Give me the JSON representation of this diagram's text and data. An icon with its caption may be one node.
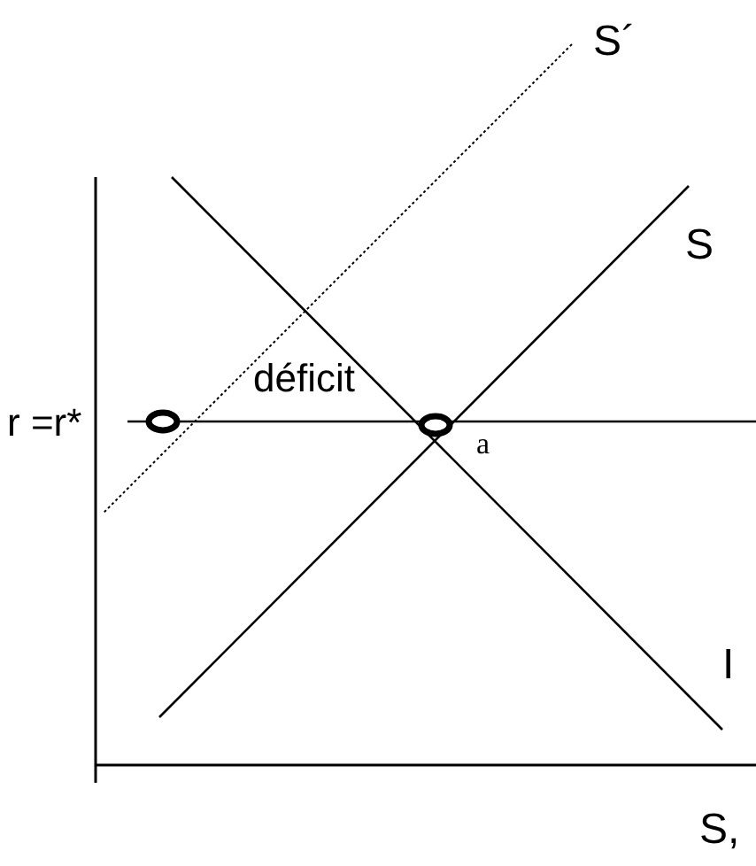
{
  "diagram": {
    "labels": [
      "S´",
      "S",
      "déficit",
      "r =r*",
      "a",
      "I",
      "S,"
    ]
  }
}
